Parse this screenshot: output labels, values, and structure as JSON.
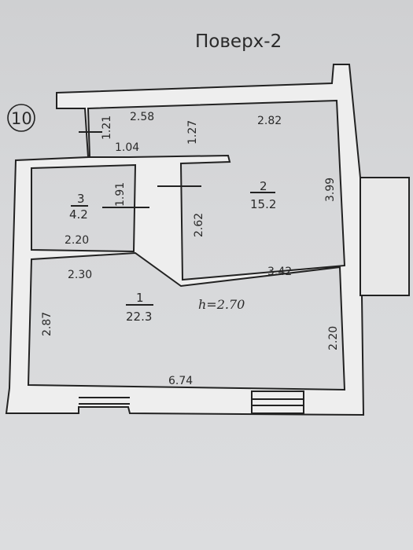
{
  "floor_label": "Поверх-2",
  "unit_number": "10",
  "ceiling_height": "h=2.70",
  "rooms": [
    {
      "number": "1",
      "area": "22.3"
    },
    {
      "number": "2",
      "area": "15.2"
    },
    {
      "number": "3",
      "area": "4.2"
    }
  ],
  "dimensions": {
    "d_258": "2.58",
    "d_282": "2.82",
    "d_121": "1.21",
    "d_104": "1.04",
    "d_127": "1.27",
    "d_399": "3.99",
    "d_191": "1.91",
    "d_262": "2.62",
    "d_220_room3": "2.20",
    "d_342": "3.42",
    "d_230": "2.30",
    "d_287": "2.87",
    "d_220_right": "2.20",
    "d_674": "6.74"
  },
  "colors": {
    "paper": "#d7d8da",
    "wall_fill": "#eeeeee",
    "line": "#222222"
  }
}
